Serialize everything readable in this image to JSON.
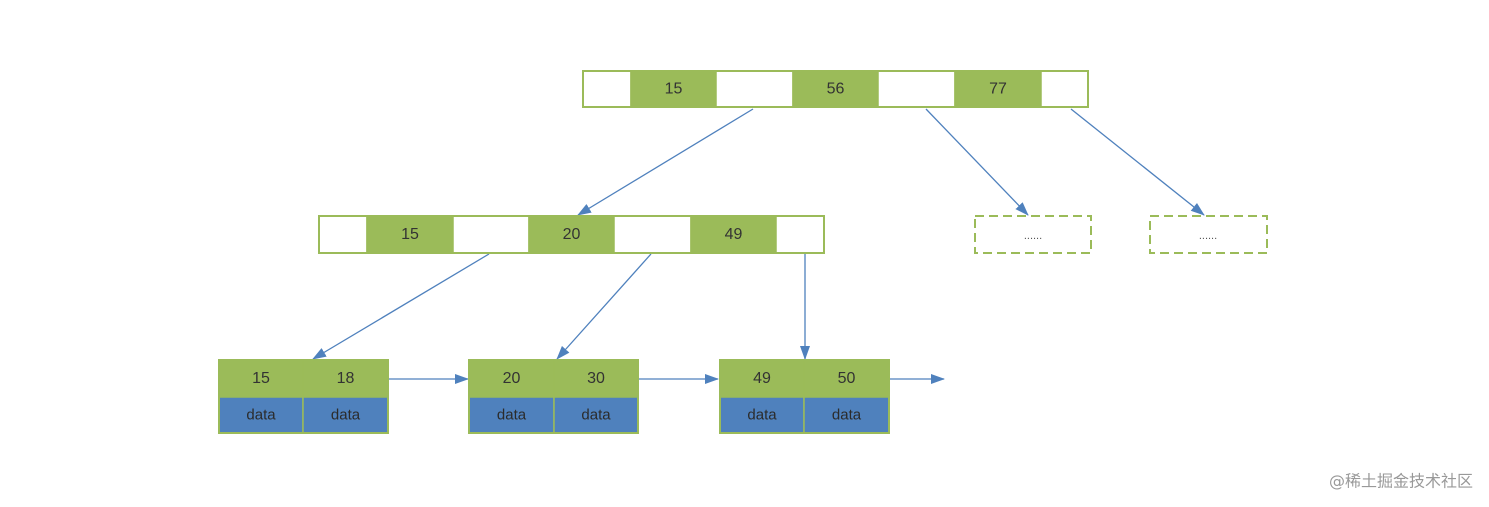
{
  "diagram": {
    "root": {
      "keys": [
        15,
        56,
        77
      ]
    },
    "internal": {
      "keys": [
        15,
        20,
        49
      ]
    },
    "placeholders": [
      "......",
      "......"
    ],
    "leaves": [
      {
        "keys": [
          15,
          18
        ],
        "data": [
          "data",
          "data"
        ]
      },
      {
        "keys": [
          20,
          30
        ],
        "data": [
          "data",
          "data"
        ]
      },
      {
        "keys": [
          49,
          50
        ],
        "data": [
          "data",
          "data"
        ]
      }
    ]
  },
  "colors": {
    "key_fill": "#9bbb59",
    "data_fill": "#4f81bd",
    "border": "#9bbb59",
    "arrow": "#4f81bd",
    "text": "#333333",
    "watermark": "#999999"
  },
  "watermark": "@稀土掘金技术社区"
}
